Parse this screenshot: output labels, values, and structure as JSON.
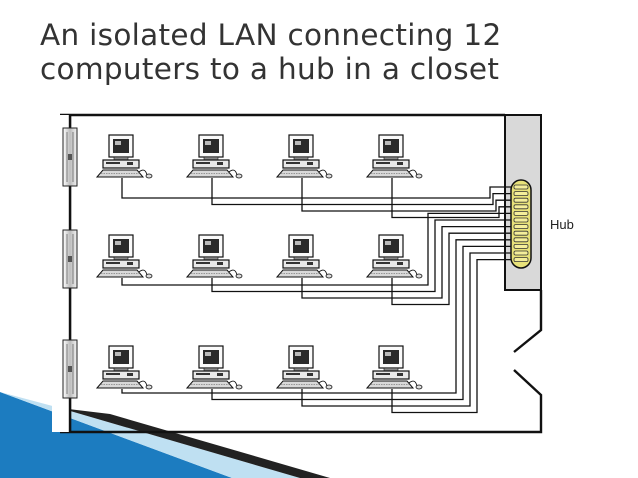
{
  "slide": {
    "title_lines": [
      "An isolated LAN connecting 12",
      "computers to a hub in a closet"
    ]
  },
  "diagram": {
    "hub_label": "Hub",
    "rows": 3,
    "computers_per_row": 4
  },
  "colors": {
    "title_text": "#333333",
    "hub_highlight": "#e8e27a",
    "closet_fill": "#d9d9d9",
    "decor_blue": "#1c7cc0",
    "decor_light": "#bfe0f2"
  }
}
